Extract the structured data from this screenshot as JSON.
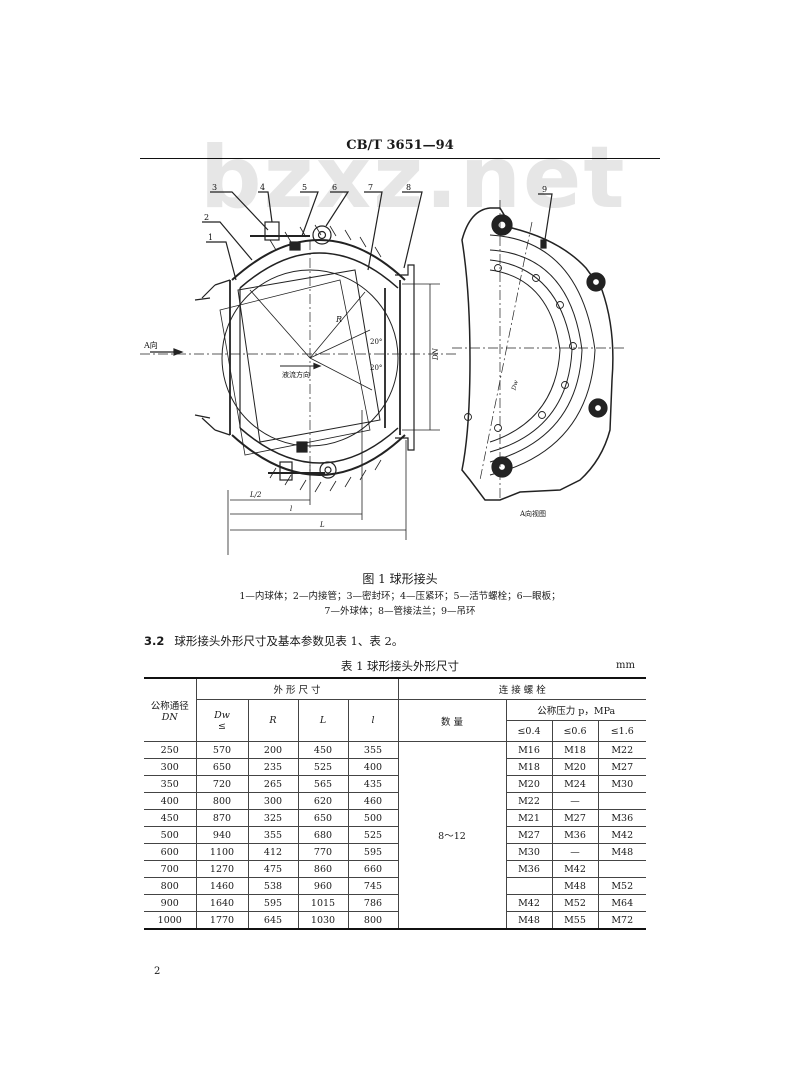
{
  "watermark": "bzxz.net",
  "header": {
    "standard_code": "CB/T 3651—94"
  },
  "figure": {
    "part_numbers": [
      "1",
      "2",
      "3",
      "4",
      "5",
      "6",
      "7",
      "8",
      "9"
    ],
    "labels": {
      "view_arrow": "A向",
      "flow_direction": "液流方向",
      "radius": "R",
      "diameter": "DN",
      "angle_top": "20°",
      "angle_bottom": "20°",
      "half_length": "L/2",
      "length_l": "l",
      "length_L": "L",
      "side_view_caption": "A向视图",
      "dw": "Dw"
    },
    "caption": "图 1   球形接头",
    "legend_line1": "1—内球体；2—内接管；3—密封环；4—压紧环；5—活节螺栓；6—眼板；",
    "legend_line2": "7—外球体；8—管接法兰；9—吊环"
  },
  "section": {
    "number": "3.2",
    "text": "球形接头外形尺寸及基本参数见表 1、表 2。"
  },
  "table": {
    "title": "表 1   球形接头外形尺寸",
    "unit": "mm",
    "headers": {
      "dn_line1": "公称通径",
      "dn_line2": "DN",
      "dimensions": "外 形 尺 寸",
      "dw": "Dw",
      "dw_sub": "≤",
      "r": "R",
      "L": "L",
      "l": "l",
      "bolts": "连 接 螺 栓",
      "quantity": "数    量",
      "pressure": "公称压力 p，MPa",
      "p1": "≤0.4",
      "p2": "≤0.6",
      "p3": "≤1.6"
    },
    "quantity_value": "8～12",
    "rows": [
      {
        "dn": "250",
        "dw": "570",
        "r": "200",
        "L": "450",
        "l": "355",
        "p1": "M16",
        "p2": "M18",
        "p3": "M22"
      },
      {
        "dn": "300",
        "dw": "650",
        "r": "235",
        "L": "525",
        "l": "400",
        "p1": "M18",
        "p2": "M20",
        "p3": "M27"
      },
      {
        "dn": "350",
        "dw": "720",
        "r": "265",
        "L": "565",
        "l": "435",
        "p1": "M20",
        "p2": "M24",
        "p3": "M30"
      },
      {
        "dn": "400",
        "dw": "800",
        "r": "300",
        "L": "620",
        "l": "460",
        "p1": "M22",
        "p2": "—",
        "p3": ""
      },
      {
        "dn": "450",
        "dw": "870",
        "r": "325",
        "L": "650",
        "l": "500",
        "p1": "M21",
        "p2": "M27",
        "p3": "M36"
      },
      {
        "dn": "500",
        "dw": "940",
        "r": "355",
        "L": "680",
        "l": "525",
        "p1": "M27",
        "p2": "M36",
        "p3": "M42"
      },
      {
        "dn": "600",
        "dw": "1100",
        "r": "412",
        "L": "770",
        "l": "595",
        "p1": "M30",
        "p2": "—",
        "p3": "M48"
      },
      {
        "dn": "700",
        "dw": "1270",
        "r": "475",
        "L": "860",
        "l": "660",
        "p1": "M36",
        "p2": "M42",
        "p3": ""
      },
      {
        "dn": "800",
        "dw": "1460",
        "r": "538",
        "L": "960",
        "l": "745",
        "p1": "",
        "p2": "M48",
        "p3": "M52"
      },
      {
        "dn": "900",
        "dw": "1640",
        "r": "595",
        "L": "1015",
        "l": "786",
        "p1": "M42",
        "p2": "M52",
        "p3": "M64"
      },
      {
        "dn": "1000",
        "dw": "1770",
        "r": "645",
        "L": "1030",
        "l": "800",
        "p1": "M48",
        "p2": "M55",
        "p3": "M72"
      }
    ]
  },
  "page_number": "2"
}
